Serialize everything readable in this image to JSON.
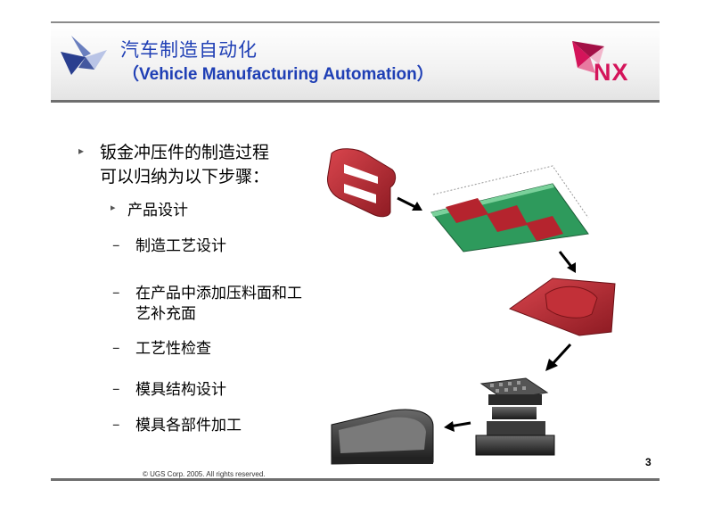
{
  "header": {
    "title_cn": "汽车制造自动化",
    "title_en": "（Vehicle Manufacturing Automation）",
    "logo_text": "NX"
  },
  "content": {
    "intro": "钣金冲压件的制造过程",
    "intro_line2": "可以归纳为以下步骤：",
    "step_main": "产品设计",
    "steps": [
      "制造工艺设计",
      "在产品中添加压料面和工",
      "艺补充面",
      "工艺性检查",
      "模具结构设计",
      "模具各部件加工"
    ],
    "dash_glyph": "–",
    "bullet_glyph": "▸"
  },
  "footer": {
    "copyright": "© UGS Corp. 2005. All rights reserved.",
    "page_number": "3"
  },
  "colors": {
    "title_blue": "#1f3fb5",
    "nx_magenta": "#d4145a",
    "part_red": "#b5242e",
    "die_green": "#2e9a5c"
  }
}
